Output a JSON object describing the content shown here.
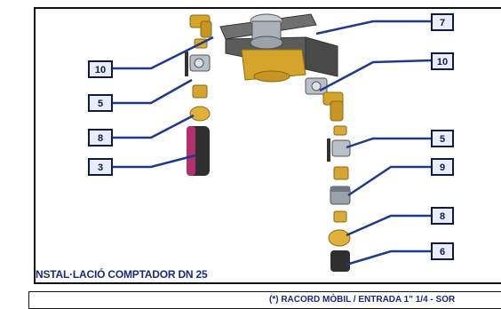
{
  "diagram_title": "NSTAL·LACIÓ COMPTADOR DN 25",
  "footer_text": "(*) RACORD MÒBIL / ENTRADA 1\" 1/4 - SOR",
  "callouts": {
    "c7": "7",
    "c10_right": "10",
    "c10_left": "10",
    "c5_left": "5",
    "c8_left": "8",
    "c3": "3",
    "c5_right": "5",
    "c9": "9",
    "c8_right": "8",
    "c6": "6"
  },
  "colors": {
    "callout_fill": "#e9edf7",
    "callout_stroke": "#0d1b4c",
    "leader": "#1f3a8a",
    "brass": "#d4a52a",
    "steel": "#9aa2ab",
    "dark": "#3a3a3a",
    "pipe_purple": "#b2306b"
  }
}
